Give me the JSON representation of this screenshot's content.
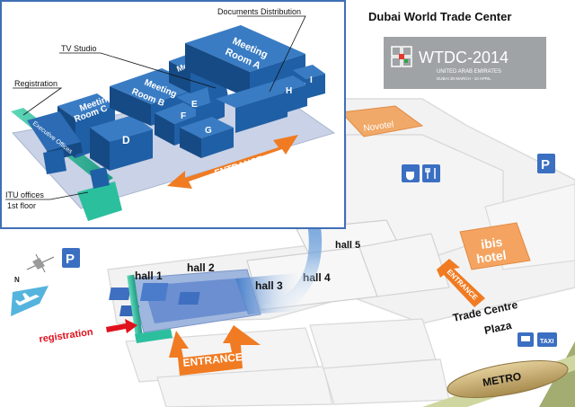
{
  "venue_title": "Dubai World Trade Center",
  "logo": {
    "brand": "WTDC-2014",
    "country": "UNITED ARAB EMIRATES",
    "dates": "DUBAI 30 MARCH - 10 APRIL"
  },
  "inset": {
    "callouts": {
      "documents_distribution": "Documents Distribution",
      "tv_studio": "TV Studio",
      "registration": "Registration",
      "itu_offices_line1": "ITU offices",
      "itu_offices_line2": "1st floor"
    },
    "rooms": {
      "meeting_a_line1": "Meeting",
      "meeting_a_line2": "Room A",
      "meeting_b_line1": "Meeting",
      "meeting_b_line2": "Room B",
      "meeting_c_line1": "Meeting",
      "meeting_c_line2": "Room C",
      "media": "Media",
      "d": "D",
      "e": "E",
      "f": "F",
      "g": "G",
      "h": "H",
      "i": "I",
      "executive_offices": "Executive Offices"
    },
    "entrance": "ENTRANCE"
  },
  "map": {
    "novotel": "Novotel",
    "ibis_line1": "ibis",
    "ibis_line2": "hotel",
    "hall1": "hall 1",
    "hall2": "hall 2",
    "hall3": "hall 3",
    "hall4": "hall 4",
    "hall5": "hall 5",
    "entrance_main": "ENTRANCE",
    "entrance_side": "ENTRANCE",
    "registration": "registration",
    "plaza_line1": "Trade Centre",
    "plaza_line2": "Plaza",
    "metro": "METRO",
    "taxi": "TAXI",
    "parking": "P",
    "compass_n": "N"
  },
  "colors": {
    "building_front": "#1f5fa5",
    "building_top": "#3a7cc3",
    "building_side": "#164a85",
    "floor": "#c9d2e6",
    "arrow_orange": "#f07b22",
    "hotel_orange": "#f4a460",
    "teal": "#2bbf9e",
    "parking_blue": "#3b6fc2",
    "registration_red": "#e0101c"
  }
}
